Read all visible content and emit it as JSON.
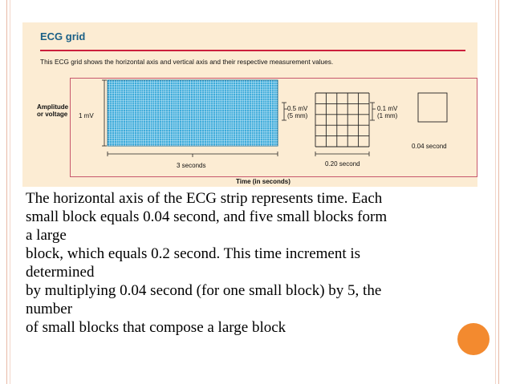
{
  "colors": {
    "accent_dot": "#f38a2f",
    "grid_fill": "#39a9d9",
    "title_blue": "#1a5f86",
    "panel_bg": "#fcecd3",
    "border_pink": "#c7576c"
  },
  "figure": {
    "title": "ECG grid",
    "subtitle": "This ECG grid shows the horizontal axis and vertical axis and their respective measurement values.",
    "amplitude_label_line1": "Amplitude",
    "amplitude_label_line2": "or voltage",
    "one_mv": "1 mV",
    "half_mv_line1": "0.5 mV",
    "half_mv_line2": "(5 mm)",
    "tenth_mv_line1": "0.1 mV",
    "tenth_mv_line2": "(1 mm)",
    "small_block_time": "0.04 second",
    "large_block_time": "0.20 second",
    "strip_time": "3 seconds",
    "axis_label": "Time (in seconds)"
  },
  "body": {
    "line1": "The horizontal axis of the ECG strip represents time. Each",
    "line2": "small block equals 0.04 second, and five small blocks form",
    "line3": "a large",
    "line4": "block, which equals 0.2 second. This time increment is",
    "line5": "determined",
    "line6": "by multiplying 0.04 second (for one small block) by 5, the",
    "line7": "number",
    "line8": "of small blocks that compose a large block"
  }
}
